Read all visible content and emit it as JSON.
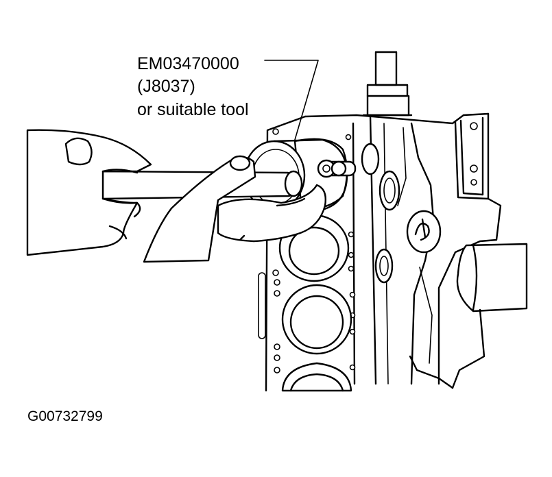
{
  "callout": {
    "lines": [
      "EM03470000",
      "(J8037)",
      "or suitable tool"
    ]
  },
  "figure_id": "G00732799",
  "colors": {
    "ink": "#000000",
    "paper": "#ffffff"
  }
}
